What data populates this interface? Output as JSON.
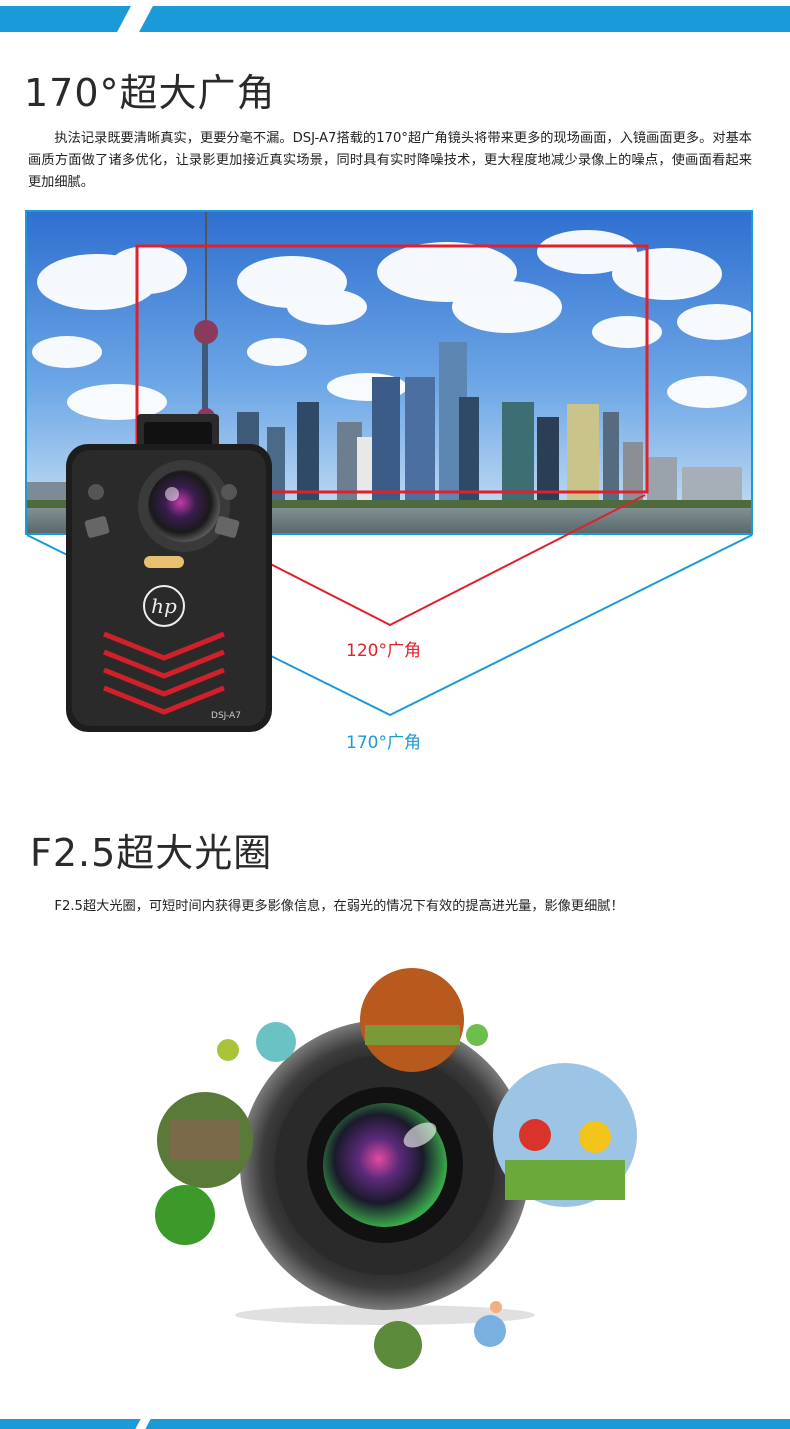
{
  "section1": {
    "title": "170°超大广角",
    "description": "执法记录既要清晰真实，更要分毫不漏。DSJ-A7搭载的170°超广角镜头将带来更多的现场画面，入镜画面更多。对基本画质方面做了诸多优化，让录影更加接近真实场景，同时具有实时降噪技术，更大程度地减少录像上的噪点，使画面看起来更加细腻。",
    "label_120": "120°广角",
    "label_170": "170°广角",
    "device_logo": "hp",
    "device_model": "DSJ-A7"
  },
  "section2": {
    "title": "F2.5超大光圈",
    "description": "F2.5超大光圈，可短时间内获得更多影像信息，在弱光的情况下有效的提高进光量，影像更细腻！"
  },
  "colors": {
    "accent_blue": "#1a9ad6",
    "accent_red": "#e0202a"
  }
}
